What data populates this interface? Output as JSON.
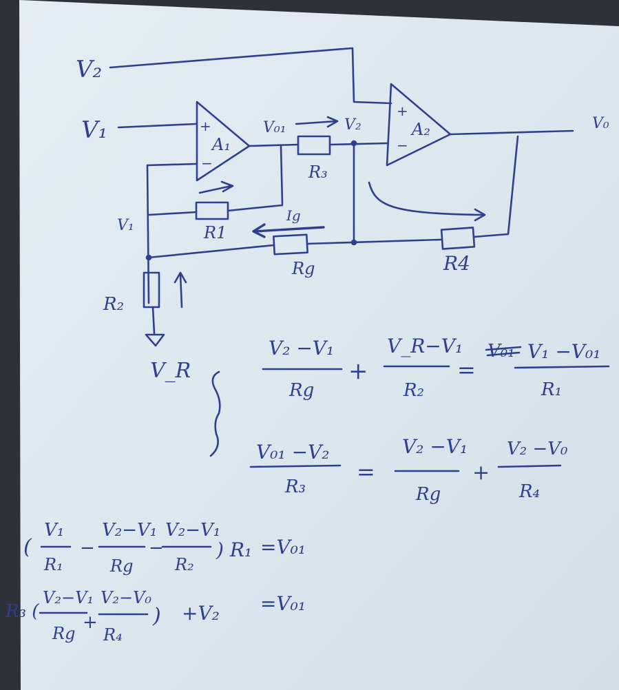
{
  "colors": {
    "ink": "#2f3f8f",
    "paper": "#dfe9ef",
    "background": "#2f3138"
  },
  "circuit": {
    "labels": {
      "v2_input": "V₂",
      "v1_input": "V₁",
      "v1_node": "V₁",
      "vo1": "V₀₁",
      "v2_node": "V₂",
      "vo": "V₀",
      "vr": "V_R",
      "ig": "Ig"
    },
    "opamps": {
      "a1": {
        "name": "A₁",
        "plus": "+",
        "minus": "−"
      },
      "a2": {
        "name": "A₂",
        "plus": "+",
        "minus": "−"
      }
    },
    "resistors": {
      "r1": "R1",
      "r2": "R₂",
      "r3": "R₃",
      "rg": "Rg",
      "r4": "R4"
    }
  },
  "equations": {
    "eq1": {
      "t1_num": "V₂ −V₁",
      "t1_den": "Rg",
      "op1": "+",
      "t2_num": "V_R−V₁",
      "t2_den": "R₂",
      "eq": "=",
      "struck": "V₀₁",
      "rhs_num": "V₁ −V₀₁",
      "rhs_den": "R₁"
    },
    "eq2": {
      "lhs_num": "V₀₁ −V₂",
      "lhs_den": "R₃",
      "eq": "=",
      "t1_num": "V₂ −V₁",
      "t1_den": "Rg",
      "op": "+",
      "t2_num": "V₂ −V₀",
      "t2_den": "R₄"
    },
    "eq3": {
      "open": "(",
      "f1_num": "V₁",
      "f1_den": "R₁",
      "minus1": "−",
      "f2_num": "V₂−V₁",
      "f2_den": "Rg",
      "minus2": "−",
      "f3_num": "V₂−V₁",
      "f3_den": "R₂",
      "close": ") R₁",
      "eq": "=V₀₁"
    },
    "eq4": {
      "prefix": "R₃ (",
      "f1_num": "V₂−V₁",
      "f1_den": "Rg",
      "plus": "+",
      "f2_num": "V₂−V₀",
      "f2_den": "R₄",
      "close": ")",
      "tail": "+V₂",
      "eq": "=V₀₁"
    }
  }
}
